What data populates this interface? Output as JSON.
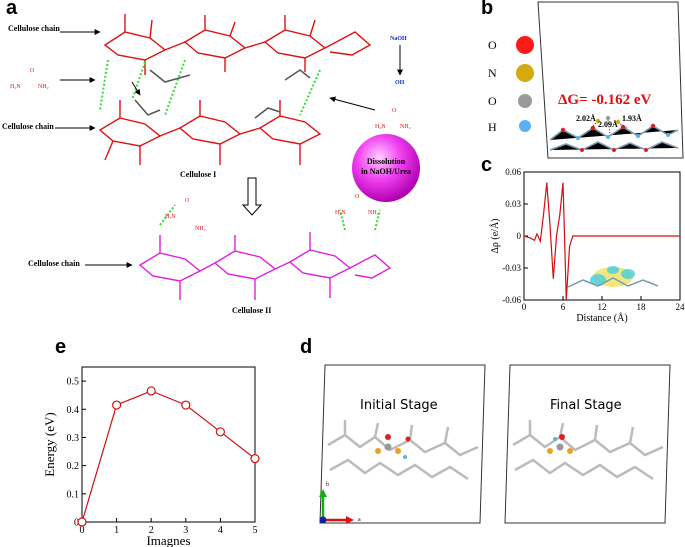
{
  "panels": {
    "a": {
      "label": "a",
      "cellulose_chain_labels": [
        "Cellulose chain",
        "Cellulose chain",
        "Cellulose chain"
      ],
      "naoh": "NaOH",
      "oh": "OH",
      "cellulose_I": "Cellulose I",
      "cellulose_II": "Cellulose II",
      "dissolution": "Dissolution",
      "dissolution_sub": "in NaOH/Urea"
    },
    "b": {
      "label": "b",
      "legend": [
        {
          "symbol": "O",
          "color": "#ff1a1a"
        },
        {
          "symbol": "N",
          "color": "#d4aa10"
        },
        {
          "symbol": "O",
          "color": "#9a9a9a"
        },
        {
          "symbol": "H",
          "color": "#5ab0f0"
        }
      ],
      "delta_g": "ΔG= -0.162 eV",
      "bond_lengths": [
        "2.02Å",
        "2.09Å",
        "1.93Å"
      ]
    },
    "c": {
      "label": "c"
    },
    "d": {
      "label": "d",
      "initial": "Initial Stage",
      "final": "Final Stage",
      "axis_b": "b",
      "axis_a": "a"
    },
    "e": {
      "label": "e"
    }
  },
  "chart_data": [
    {
      "type": "line",
      "panel": "c",
      "xlabel": "Distance (Å)",
      "ylabel": "Δρ (e/Å)",
      "xlim": [
        0,
        24
      ],
      "ylim": [
        -0.06,
        0.06
      ],
      "xticks": [
        "0",
        "6",
        "12",
        "18",
        "24"
      ],
      "yticks": [
        "0.06",
        "0.03",
        "0",
        "-0.03",
        "-0.06"
      ],
      "x": [
        0,
        1,
        1.6,
        2.0,
        2.5,
        3.0,
        3.5,
        4.0,
        4.5,
        5.0,
        5.5,
        6.0,
        6.5,
        7.0,
        7.5,
        8.0,
        9.0,
        12,
        18,
        24
      ],
      "y": [
        0,
        -0.002,
        -0.004,
        0.002,
        -0.005,
        0.02,
        0.05,
        0.01,
        -0.04,
        0.0,
        0.02,
        0.05,
        -0.06,
        -0.01,
        0.0,
        0.0,
        0.0,
        0.0,
        0.0,
        0.0
      ],
      "color": "#d01010"
    },
    {
      "type": "line",
      "panel": "e",
      "xlabel": "Imagnes",
      "ylabel": "Energy (eV)",
      "xlim": [
        0,
        5
      ],
      "ylim": [
        0,
        0.55
      ],
      "xticks": [
        "0",
        "1",
        "2",
        "3",
        "4",
        "5"
      ],
      "yticks": [
        "0",
        "0.1",
        "0.2",
        "0.3",
        "0.4",
        "0.5"
      ],
      "x": [
        0,
        1,
        2,
        3,
        4,
        5
      ],
      "y": [
        0,
        0.415,
        0.465,
        0.415,
        0.32,
        0.225
      ],
      "color": "#d01010"
    }
  ]
}
